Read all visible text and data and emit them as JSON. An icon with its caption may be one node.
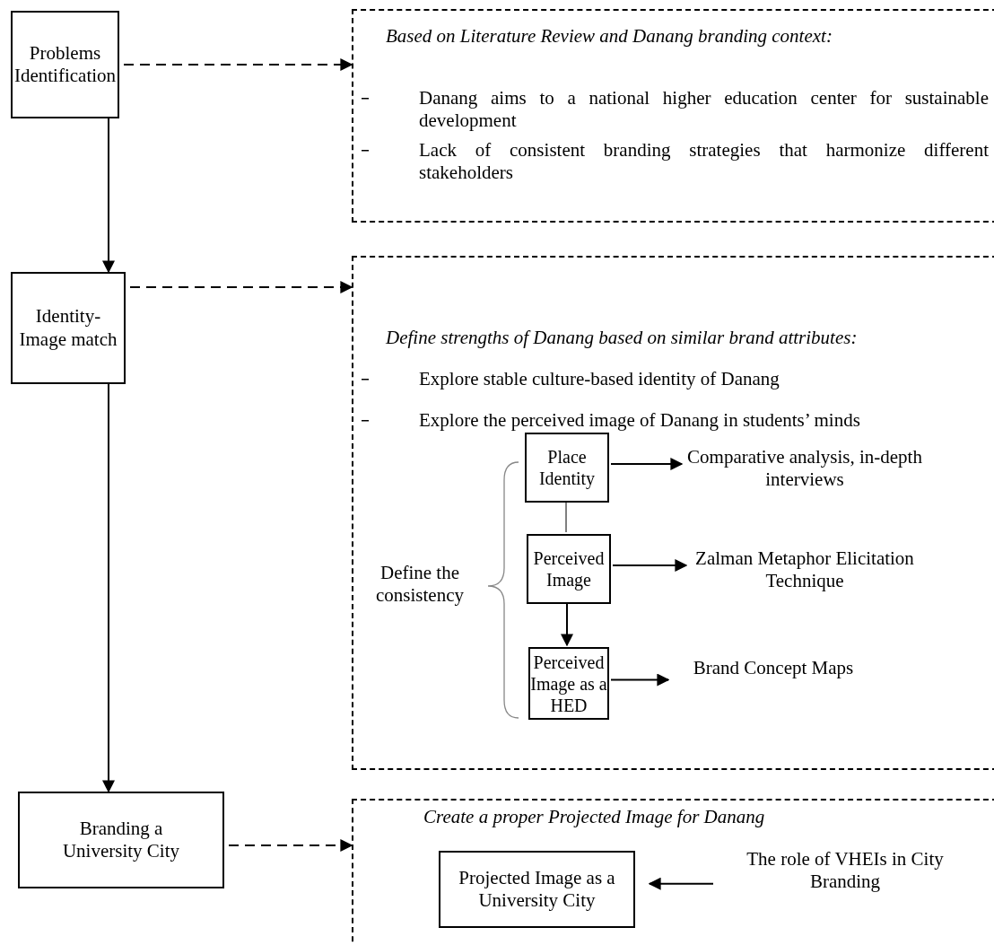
{
  "diagram": {
    "nodes": [
      {
        "text": [
          "Problems Identification"
        ]
      },
      {
        "text": [
          "Based on Literature Review and Danang branding context:",
          "Danang aims to a national higher education center for sustainable development",
          "Lack of consistent branding strategies that harmonize different stakeholders"
        ]
      },
      {
        "text": [
          "Identity-Image match"
        ]
      },
      {
        "text": [
          "Define strengths of Danang based on similar brand attributes:",
          "Explore stable culture-based identity of Danang",
          "Explore the perceived image of Danang in students’ minds"
        ]
      },
      {
        "text": [
          "Place Identity"
        ],
        "in": 3
      },
      {
        "text": [
          "Perceived Image"
        ],
        "in": 3
      },
      {
        "text": [
          "Perceived Image as a HED"
        ],
        "in": 3
      },
      {
        "text": [
          "Comparative analysis, in-depth interviews"
        ],
        "in": 3
      },
      {
        "text": [
          "Zalman Metaphor Elicitation Technique"
        ],
        "in": 3
      },
      {
        "text": [
          "Brand Concept Maps"
        ],
        "in": 3
      },
      {
        "text": [
          "Branding a University City"
        ]
      },
      {
        "text": [
          "Create a proper Projected Image for Danang"
        ]
      },
      {
        "text": [
          "Projected Image as a University City"
        ],
        "in": 11
      },
      {
        "text": [
          "The role of VHEIs in City Branding"
        ],
        "in": 11
      }
    ],
    "edges": [
      {
        "from": 0,
        "to": 2,
        "arrow": "to"
      },
      {
        "from": 2,
        "to": 10,
        "arrow": "to"
      },
      {
        "from": 0,
        "to": 1,
        "arrow": "to",
        "style": "dashed"
      },
      {
        "from": 2,
        "to": 3,
        "arrow": "to",
        "style": "dashed"
      },
      {
        "from": 10,
        "to": 11,
        "arrow": "to",
        "style": "dashed"
      },
      {
        "from": 4,
        "to": 5,
        "arrow": "none"
      },
      {
        "from": 5,
        "to": 6,
        "arrow": "to"
      },
      {
        "from": 4,
        "to": 7,
        "arrow": "to"
      },
      {
        "from": 5,
        "to": 8,
        "arrow": "to"
      },
      {
        "from": 6,
        "to": 9,
        "arrow": "to"
      },
      {
        "from": 13,
        "to": 12,
        "arrow": "to"
      }
    ],
    "labels": [
      "Define the consistency"
    ]
  }
}
